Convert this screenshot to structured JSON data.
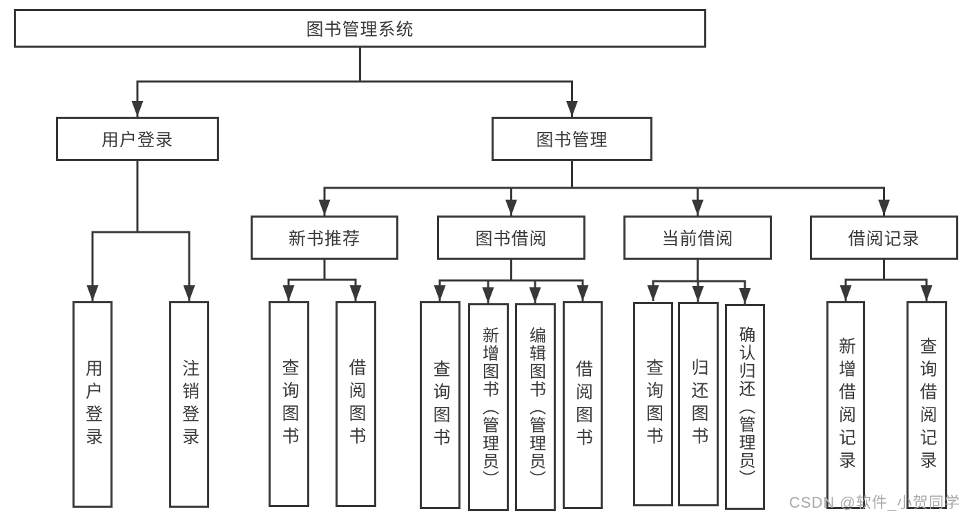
{
  "diagram": {
    "root": {
      "label": "图书管理系统"
    },
    "level2": [
      {
        "label": "用户登录"
      },
      {
        "label": "图书管理"
      }
    ],
    "level3": [
      {
        "label": "新书推荐",
        "parent": "图书管理"
      },
      {
        "label": "图书借阅",
        "parent": "图书管理"
      },
      {
        "label": "当前借阅",
        "parent": "图书管理"
      },
      {
        "label": "借阅记录",
        "parent": "图书管理"
      }
    ],
    "leaves": [
      {
        "label": "用户登录",
        "parent": "用户登录"
      },
      {
        "label": "注销登录",
        "parent": "用户登录"
      },
      {
        "label": "查询图书",
        "parent": "新书推荐"
      },
      {
        "label": "借阅图书",
        "parent": "新书推荐"
      },
      {
        "label": "查询图书",
        "parent": "图书借阅"
      },
      {
        "label": "新增图书（管理员）",
        "parent": "图书借阅"
      },
      {
        "label": "编辑图书（管理员）",
        "parent": "图书借阅"
      },
      {
        "label": "借阅图书",
        "parent": "图书借阅"
      },
      {
        "label": "查询图书",
        "parent": "当前借阅"
      },
      {
        "label": "归还图书",
        "parent": "当前借阅"
      },
      {
        "label": "确认归还（管理员）",
        "parent": "当前借阅"
      },
      {
        "label": "新增借阅记录",
        "parent": "借阅记录"
      },
      {
        "label": "查询借阅记录",
        "parent": "借阅记录"
      }
    ],
    "watermark": "CSDN @软件_小贺同学",
    "colors": {
      "line": "#383838",
      "text": "#3a3a3a",
      "watermark": "#a9a9a9",
      "background": "#ffffff"
    }
  }
}
